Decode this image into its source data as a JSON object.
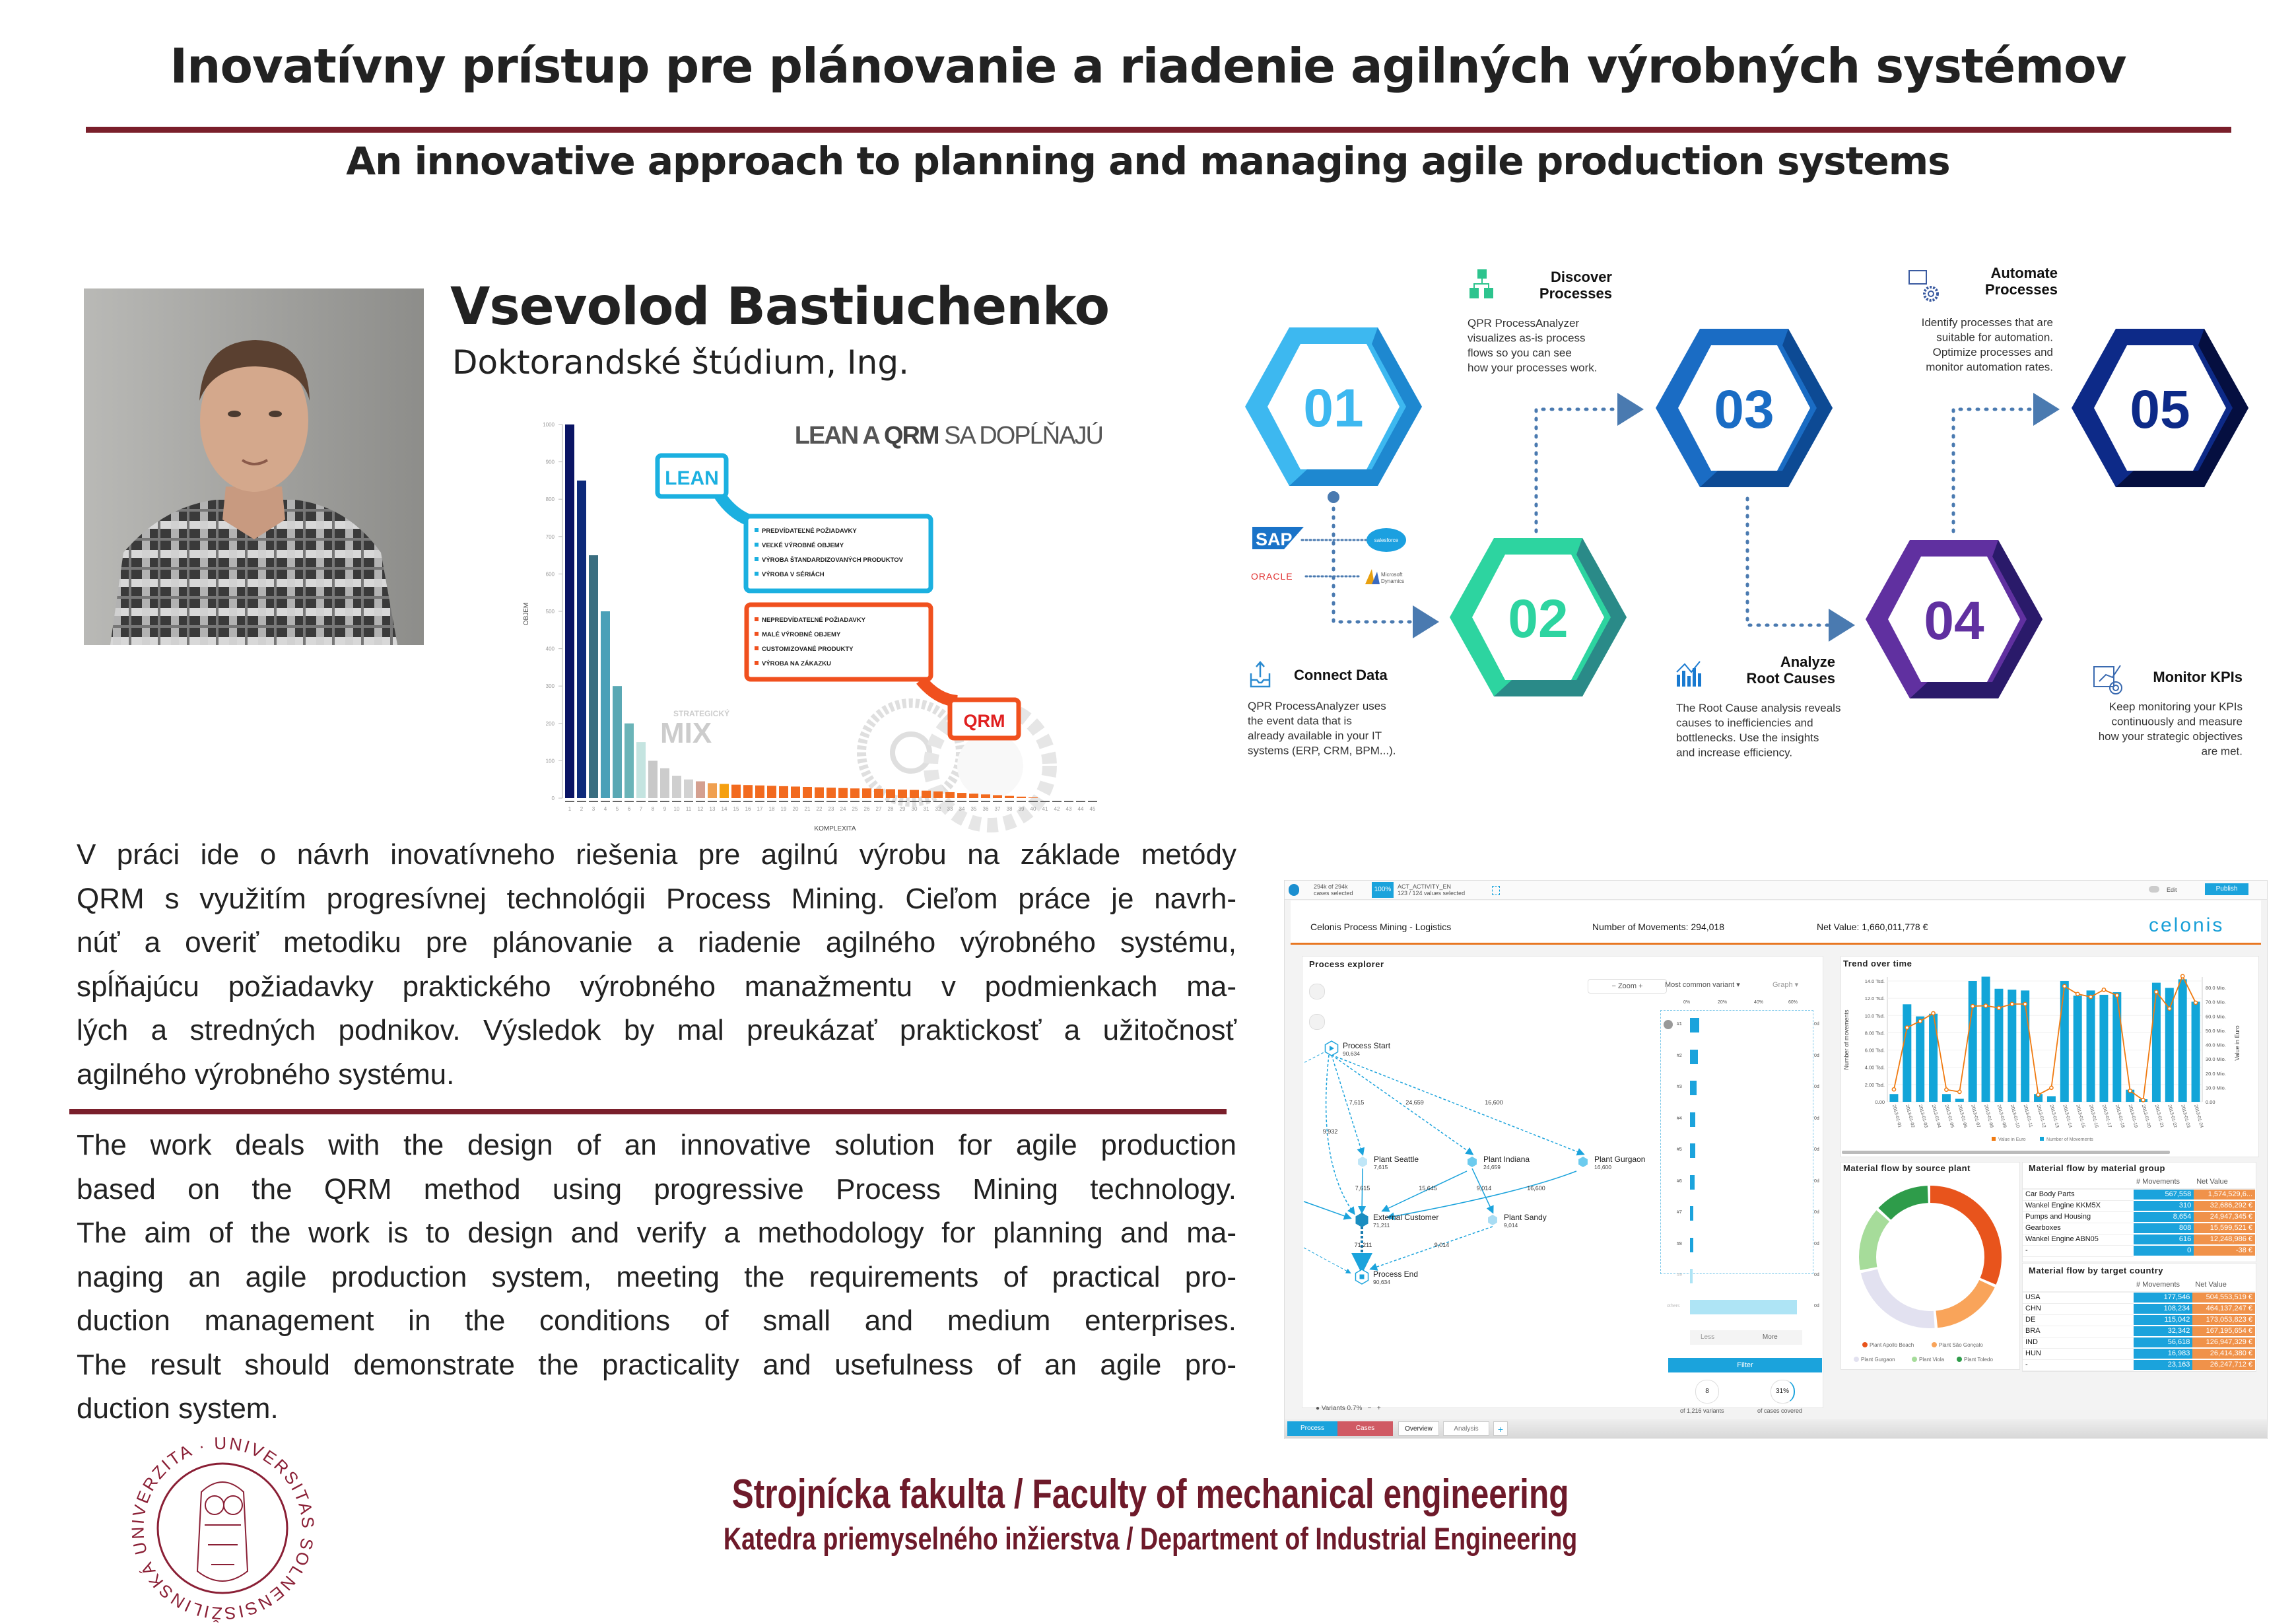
{
  "header": {
    "title_sk": "Inovatívny prístup pre plánovanie a riadenie agilných výrobných systémov",
    "title_en": "An innovative approach to planning and managing agile production systems"
  },
  "author": {
    "name": "Vsevolod Bastiuchenko",
    "degree": "Doktorandské štúdium, Ing."
  },
  "lean_chart": {
    "title_a": "LEAN A ",
    "title_b": "QRM",
    "title_c": " SA DOPĹŇAJÚ",
    "lean_label": "LEAN",
    "lean_items": [
      "PREDVÍDATEĽNÉ POŽIADAVKY",
      "VEĽKÉ VÝROBNÉ OBJEMY",
      "VÝROBA ŠTANDARDIZOVANÝCH PRODUKTOV",
      "VÝROBA V SÉRIÁCH"
    ],
    "qrm_label": "QRM",
    "qrm_items": [
      "NEPREDVÍDATEĽNÉ POŽIADAVKY",
      "MALÉ VÝROBNÉ OBJEMY",
      "CUSTOMIZOVANÉ PRODUKTY",
      "VÝROBA NA ZÁKAZKU"
    ],
    "mix_small": "STRATEGICKÝ",
    "mix_big": "MIX",
    "ylabel": "OBJEM",
    "xlabel": "KOMPLEXITA",
    "yticks": [
      0,
      100,
      200,
      300,
      400,
      500,
      600,
      700,
      800,
      900,
      1000
    ],
    "xticks_count": 45,
    "values": [
      1000,
      850,
      650,
      500,
      300,
      200,
      150,
      100,
      80,
      60,
      50,
      45,
      40,
      38,
      36,
      35,
      34,
      33,
      32,
      31,
      30,
      29,
      28,
      27,
      26,
      26,
      25,
      24,
      23,
      22,
      20,
      18,
      16,
      14,
      12,
      10,
      8,
      6,
      4,
      2
    ],
    "colors": [
      "#0a1464",
      "#0d2a7a",
      "#3a6e80",
      "#4aa0b8",
      "#5aa8b4",
      "#6ab4b8",
      "#c4e4e0",
      "#c8c8c8",
      "#cccccc",
      "#cfcfcf",
      "#d2d2d2",
      "#d4a090",
      "#f0a050",
      "#f5a010",
      "#f26a1e"
    ],
    "accent_lean": "#1bb0e0",
    "accent_qrm": "#f0501e"
  },
  "abstract_sk": [
    "V práci ide o návrh inovatívneho riešenia pre agilnú výrobu na základe metódy",
    "QRM s využitím progresívnej technológii Process Mining. Cieľom práce je navrh-",
    "núť a overiť metodiku pre plánovanie a riadenie agilného výrobného systému,",
    "spĺňajúcu požiadavky praktického výrobného manažmentu v podmienkach ma-",
    "lých a stredných podnikov. Výsledok by mal preukázať praktickosť a užitočnosť",
    "agilného výrobného systému."
  ],
  "abstract_en": [
    "The work deals with the design of an innovative solution for agile production",
    "based on the QRM method using progressive Process Mining technology.",
    "The aim of the work is to design and verify a methodology for planning and ma-",
    "naging an agile production system, meeting the requirements of practical pro-",
    "duction management in the conditions of small and medium enterprises.",
    "The result should demonstrate the practicality and usefulness of an agile pro-",
    "duction system."
  ],
  "infographic": {
    "steps": [
      {
        "num": "01",
        "color": "#3db8f0",
        "dark": "#1e88d0"
      },
      {
        "num": "02",
        "color": "#2dd4a0",
        "dark": "#2a8a88"
      },
      {
        "num": "03",
        "color": "#1a6cc4",
        "dark": "#0d4a94"
      },
      {
        "num": "04",
        "color": "#6030a0",
        "dark": "#2a1a6a"
      },
      {
        "num": "05",
        "color": "#0d2a88",
        "dark": "#050f40"
      }
    ],
    "cards": [
      {
        "title": [
          "Connect Data"
        ],
        "desc": [
          "QPR ProcessAnalyzer uses",
          "the event data that is",
          "already available in your IT",
          "systems (ERP, CRM, BPM...)."
        ]
      },
      {
        "title": [
          "Discover",
          "Processes"
        ],
        "desc": [
          "QPR ProcessAnalyzer",
          "visualizes as-is process",
          "flows so you can see",
          "how your processes work."
        ]
      },
      {
        "title": [
          "Analyze",
          "Root Causes"
        ],
        "desc": [
          "The Root Cause analysis reveals",
          "causes to inefficiencies and",
          "bottlenecks. Use the insights",
          "and increase efficiency."
        ]
      },
      {
        "title": [
          "Automate",
          "Processes"
        ],
        "desc": [
          "Identify processes that are",
          "suitable for automation.",
          "Optimize processes and",
          "monitor automation rates."
        ]
      },
      {
        "title": [
          "Monitor KPIs"
        ],
        "desc": [
          "Keep monitoring your KPIs",
          "continuously  and measure",
          "how your strategic objectives",
          "are met."
        ]
      }
    ],
    "logos": {
      "sap": "SAP",
      "salesforce": "salesforce",
      "oracle": "ORACLE",
      "dynamics_1": "Microsoft",
      "dynamics_2": "Dynamics"
    }
  },
  "celonis": {
    "toolbar": {
      "cases_1": "294k of 294k",
      "cases_2": "cases selected",
      "percent": "100%",
      "filter_1": "ACT_ACTIVITY_EN",
      "filter_2": "123 / 124 values selected",
      "edit": "Edit",
      "publish": "Publish"
    },
    "header": {
      "title": "Celonis Process Mining - Logistics",
      "movements": "Number of Movements: 294,018",
      "net_value": "Net Value: 1,660,011,778 €",
      "logo": "celonis"
    },
    "explorer": {
      "title": "Process explorer",
      "zoom": "Zoom",
      "variants": "Variants 0.7%",
      "nodes": [
        {
          "name": "Process Start",
          "count": "90,634"
        },
        {
          "name": "Plant Seattle",
          "count": "7,615"
        },
        {
          "name": "Plant Indiana",
          "count": "24,659"
        },
        {
          "name": "Plant Gurgaon",
          "count": "16,600"
        },
        {
          "name": "External Customer",
          "count": "71,211"
        },
        {
          "name": "Plant Sandy",
          "count": "9,014"
        },
        {
          "name": "Process End",
          "count": "90,634"
        }
      ],
      "edges": [
        "7,615",
        "24,659",
        "16,600",
        "9,932",
        "7,615",
        "15,645",
        "9,014",
        "16,600",
        "71,211",
        "9,014"
      ]
    },
    "variants": {
      "selector": "Most common variant",
      "view": "Graph",
      "axis": [
        "0%",
        "20%",
        "40%",
        "60%"
      ],
      "rows": [
        "#1",
        "#2",
        "#3",
        "#4",
        "#5",
        "#6",
        "#7",
        "#8",
        "#9",
        "others"
      ],
      "shares": [
        5.2,
        4.6,
        4.0,
        3.0,
        3.0,
        2.5,
        2.0,
        2.0,
        1.5,
        62
      ],
      "durations": [
        "0d",
        "0d",
        "0d",
        "0d",
        "0d",
        "0d",
        "0d",
        "0d",
        "0d",
        "0d"
      ],
      "less": "Less",
      "more": "More",
      "filter": "Filter",
      "count": "8",
      "count_label": "of 1,216 variants",
      "coverage": "31%",
      "coverage_label": "of cases covered"
    },
    "trend": {
      "title": "Trend over time",
      "ylabel": "Number of movements",
      "y2label": "Value in Euro",
      "yticks": [
        "0.00",
        "2.00 Tsd.",
        "4.00 Tsd.",
        "6.00 Tsd.",
        "8.00 Tsd.",
        "10.0 Tsd.",
        "12.0 Tsd.",
        "14.0 Tsd."
      ],
      "y2ticks": [
        "0.00",
        "10.0 Mio.",
        "20.0 Mio.",
        "30.0 Mio.",
        "40.0 Mio.",
        "50.0 Mio.",
        "60.0 Mio.",
        "70.0 Mio.",
        "80.0 Mio."
      ],
      "dates": [
        "2013-01-01",
        "2013-01-02",
        "2013-01-03",
        "2013-01-04",
        "2013-01-05",
        "2013-01-06",
        "2013-01-07",
        "2013-01-08",
        "2013-01-09",
        "2013-01-10",
        "2013-01-11",
        "2013-01-12",
        "2013-01-13",
        "2013-01-14",
        "2013-01-15",
        "2013-01-16",
        "2013-01-17",
        "2013-01-18",
        "2013-01-19",
        "2013-01-20",
        "2013-01-21",
        "2013-01-22",
        "2013-01-23",
        "2013-01-24"
      ],
      "movements_tsd": [
        0.9,
        11.3,
        9.9,
        10.2,
        0.9,
        0.35,
        14.0,
        14.5,
        13.1,
        13.0,
        12.9,
        0.9,
        0.65,
        14.0,
        12.3,
        12.9,
        12.4,
        12.7,
        1.4,
        0.3,
        13.8,
        13.2,
        14.2,
        11.6
      ],
      "value_mio": [
        8.7,
        52,
        56.5,
        62,
        8.5,
        7,
        67,
        67.3,
        65.8,
        68.5,
        68.5,
        5,
        9.8,
        81,
        75.5,
        73.5,
        78.5,
        74.5,
        7.7,
        1.2,
        77,
        65.3,
        88,
        69.4
      ],
      "legend": [
        "Value in Euro",
        "Number of Movements"
      ],
      "bar_color": "#12a5d8",
      "line_color": "#f07a10"
    },
    "donut": {
      "title": "Material flow by source plant",
      "legend": [
        "Plant Apollo Beach",
        "Plant São Gonçalo",
        "Plant Gurgaon",
        "Plant Viola",
        "Plant Toledo"
      ],
      "shares": [
        32,
        17,
        23,
        15,
        13
      ],
      "colors": [
        "#e8541c",
        "#f9a45a",
        "#e2e1f0",
        "#a6dc9a",
        "#2e9c4a"
      ]
    },
    "group_table": {
      "title": "Material flow by material group",
      "headers": [
        "# Movements",
        "Net Value"
      ],
      "rows": [
        [
          "Car Body Parts",
          "567,558",
          "1,574,529,6..."
        ],
        [
          "Wankel Engine KKM5X",
          "310",
          "32,686,292 €"
        ],
        [
          "Pumps and Housing",
          "8,654",
          "24,947,345 €"
        ],
        [
          "Gearboxes",
          "808",
          "15,599,521 €"
        ],
        [
          "Wankel Engine ABN05",
          "616",
          "12,248,986 €"
        ],
        [
          "-",
          "0",
          "-38 €"
        ]
      ]
    },
    "country_table": {
      "title": "Material flow by target country",
      "headers": [
        "# Movements",
        "Net Value"
      ],
      "rows": [
        [
          "USA",
          "177,546",
          "504,553,519 €"
        ],
        [
          "CHN",
          "108,234",
          "464,137,247 €"
        ],
        [
          "DE",
          "115,042",
          "173,053,823 €"
        ],
        [
          "BRA",
          "32,342",
          "167,195,654 €"
        ],
        [
          "IND",
          "56,618",
          "126,947,329 €"
        ],
        [
          "HUN",
          "16,983",
          "26,414,380 €"
        ],
        [
          "-",
          "23,163",
          "26,247,712 €"
        ]
      ]
    },
    "tabs": [
      "Process",
      "Cases",
      "Overview",
      "Analysis",
      "+"
    ]
  },
  "footer": {
    "faculty": "Strojnícka fakulta / Faculty of mechanical engineering",
    "department": "Katedra priemyselného inžierstva / Department of Industrial Engineering",
    "seal_text": "ŽILINSKÁ UNIVERZITA · UNIVERSITAS SOLNENSIS"
  }
}
